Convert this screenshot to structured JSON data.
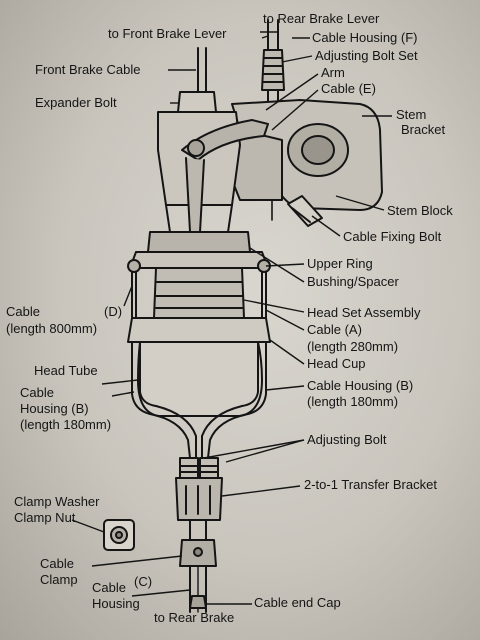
{
  "labels": {
    "rear_lever": "to Rear Brake Lever",
    "front_lever": "to Front Brake Lever",
    "housing_f": "Cable Housing (F)",
    "adjusting_bolt_set": "Adjusting Bolt Set",
    "arm": "Arm",
    "cable_e": "Cable (E)",
    "front_brake_cable": "Front Brake Cable",
    "expander_bolt": "Expander Bolt",
    "stem": "Stem",
    "bracket": "Bracket",
    "stem_block": "Stem Block",
    "cable_fixing_bolt": "Cable Fixing Bolt",
    "upper_ring": "Upper Ring",
    "bushing_spacer": "Bushing/Spacer",
    "cable_d": "Cable",
    "cable_d_letter": "(D)",
    "cable_d_length": "(length 800mm)",
    "head_set_assembly": "Head Set Assembly",
    "cable_a": "Cable (A)",
    "cable_a_length": "(length 280mm)",
    "head_cup": "Head Cup",
    "head_tube": "Head Tube",
    "housing_b_left_1": "Cable",
    "housing_b_left_2": "Housing (B)",
    "housing_b_left_3": "(length 180mm)",
    "housing_b_right_1": "Cable Housing (B)",
    "housing_b_right_2": "(length 180mm)",
    "adjusting_bolt": "Adjusting Bolt",
    "transfer_bracket": "2-to-1 Transfer Bracket",
    "clamp_washer": "Clamp Washer",
    "clamp_nut": "Clamp Nut",
    "cable_clamp_1": "Cable",
    "cable_clamp_2": "Clamp",
    "housing_c_1": "Cable",
    "housing_c_2": "Housing",
    "housing_c_letter": "(C)",
    "rear_brake": "to Rear Brake",
    "end_cap": "Cable end Cap"
  }
}
